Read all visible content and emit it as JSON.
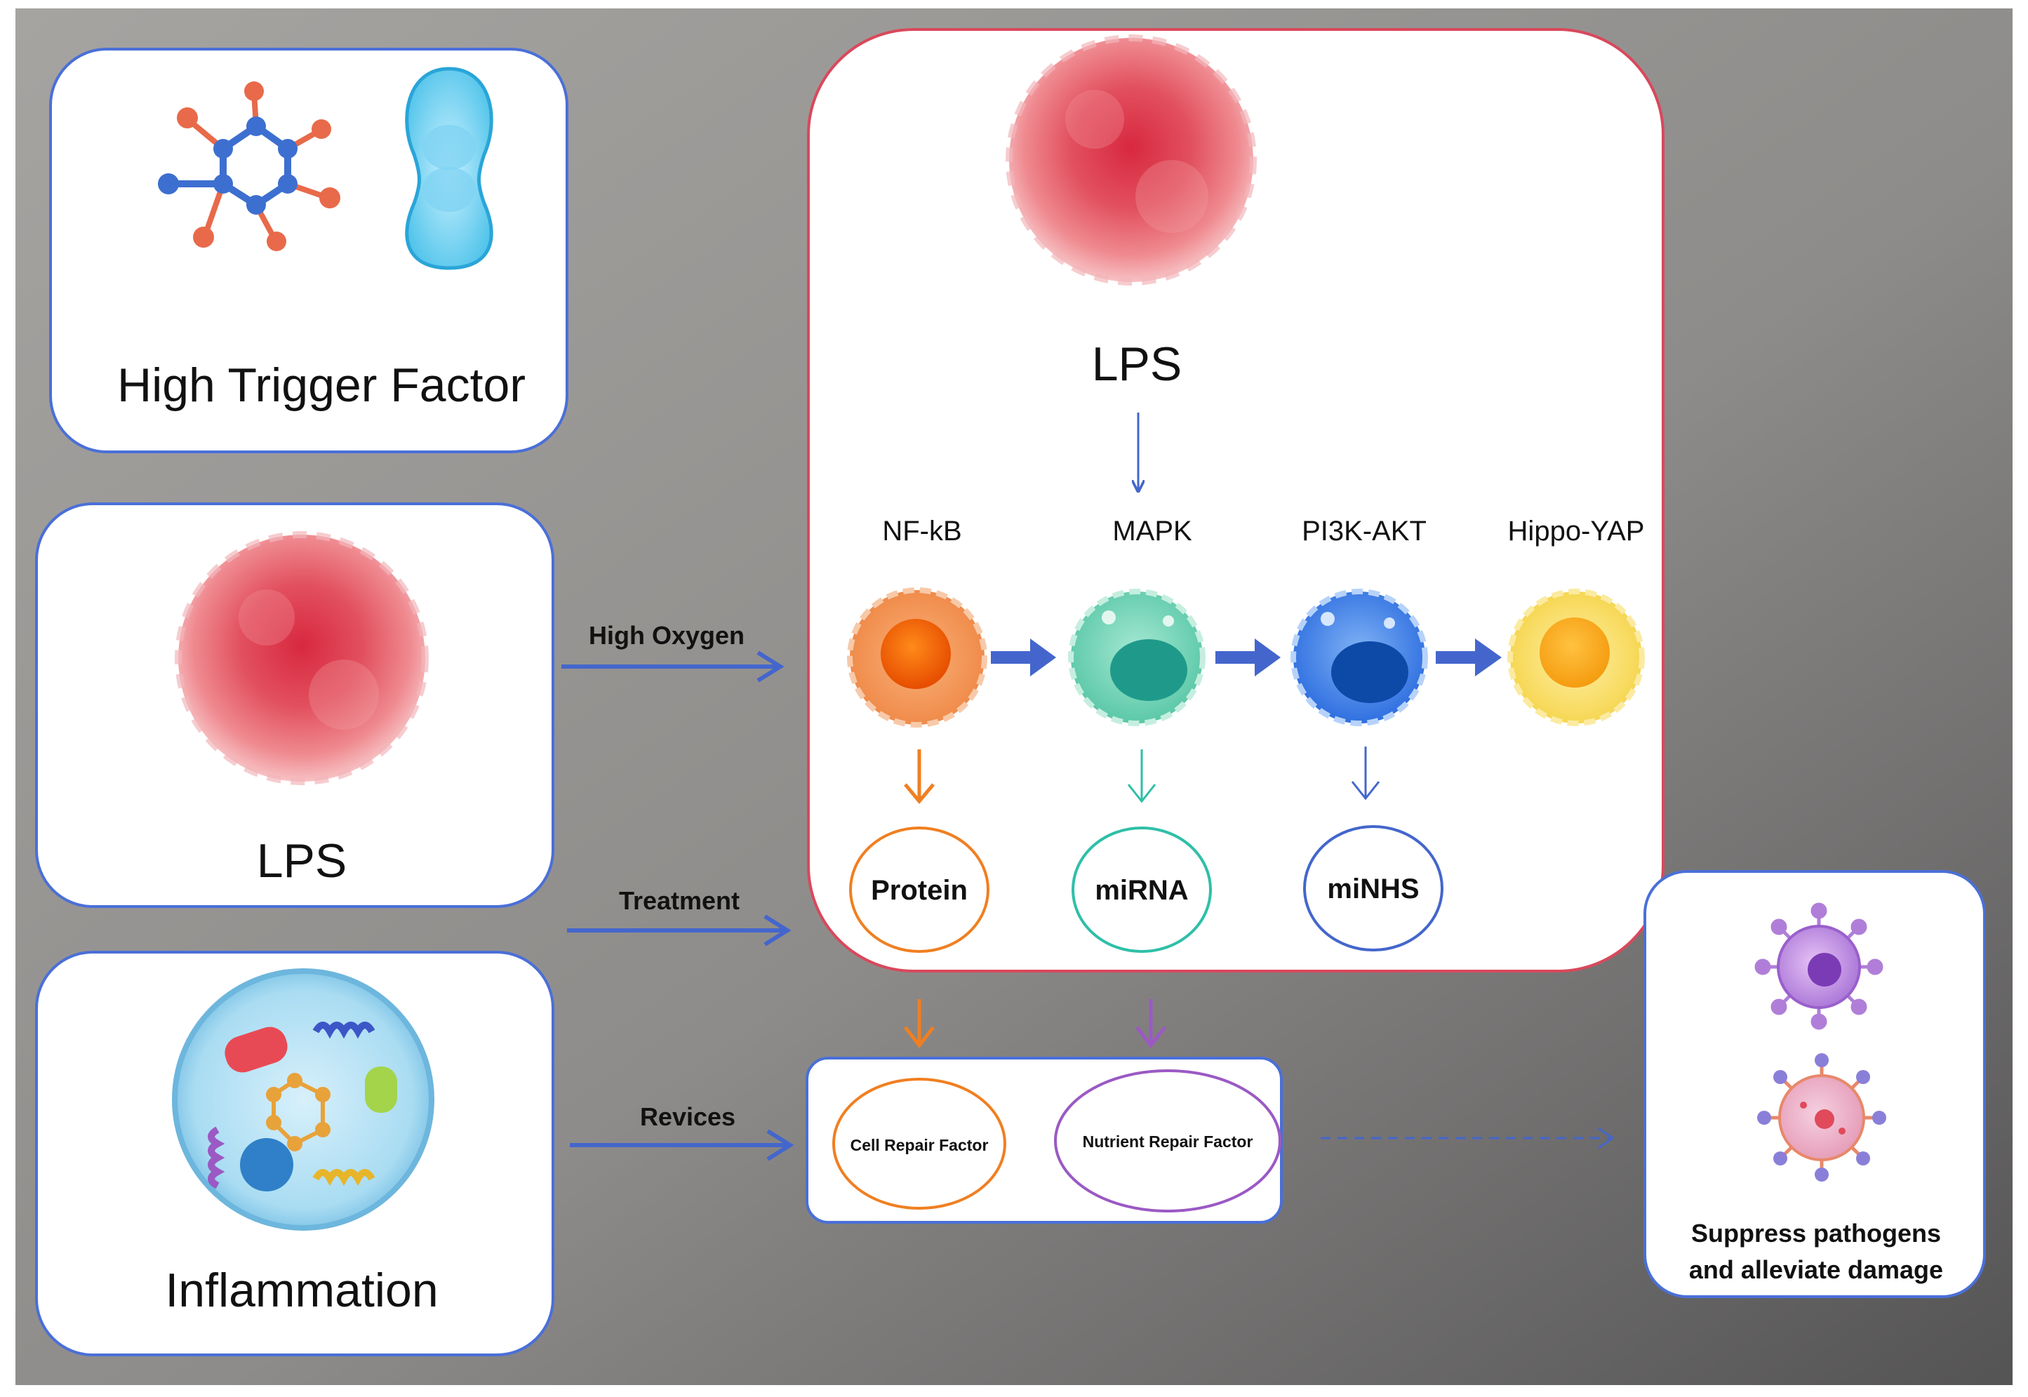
{
  "panels": {
    "trigger_label": "High Trigger Factor",
    "lps_left_label": "LPS",
    "inflammation_label": "Inflammation",
    "lps_main_label": "LPS"
  },
  "arrows": {
    "high_oxygen": "High Oxygen",
    "treatment": "Treatment",
    "revices": "Revices"
  },
  "pathways": {
    "nfkb": "NF-kB",
    "mapk": "MAPK",
    "pi3k": "PI3K-AKT",
    "hippo": "Hippo-YAP"
  },
  "products": {
    "protein": "Protein",
    "mirna": "miRNA",
    "minhs": "miNHS"
  },
  "repair": {
    "cell": "Cell Repair Factor",
    "nutrient": "Nutrient Repair Factor"
  },
  "outcome": {
    "line1": "Suppress pathogens",
    "line2": "and alleviate damage"
  },
  "colors": {
    "arrow_blue": "#4466cc",
    "orange": "#f07f21",
    "teal": "#2fbfa8",
    "purple": "#9b59c4",
    "main_border": "#d9485c",
    "panel_border": "#4a6fd8"
  }
}
